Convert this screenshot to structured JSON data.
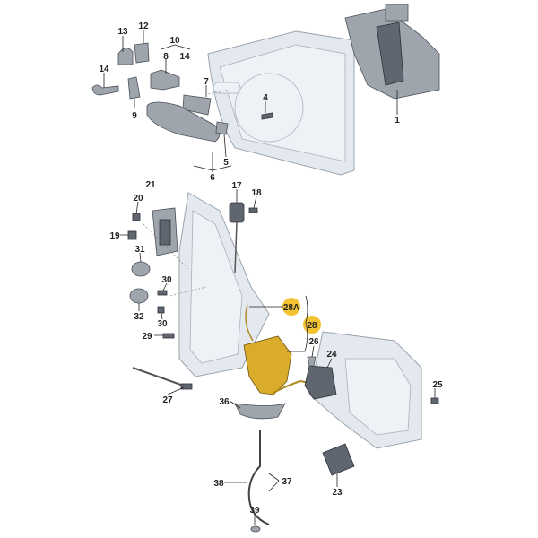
{
  "diagram": {
    "title": "Door lock and handle parts exploded view",
    "accent_color": "#f2c230",
    "lock_color": "#d9ad2b",
    "labels": {
      "p1": "1",
      "p4": "4",
      "p5": "5",
      "p6": "6",
      "p7": "7",
      "p8": "8",
      "p9": "9",
      "p10": "10",
      "p12": "12",
      "p13": "13",
      "p14a": "14",
      "p14b": "14",
      "p17": "17",
      "p18": "18",
      "p19": "19",
      "p20": "20",
      "p21": "21",
      "p23": "23",
      "p24": "24",
      "p25": "25",
      "p26": "26",
      "p27": "27",
      "p28": "28",
      "p28a": "28A",
      "p29": "29",
      "p30a": "30",
      "p30b": "30",
      "p31": "31",
      "p32": "32",
      "p36": "36",
      "p37": "37",
      "p38": "38",
      "p39": "39"
    }
  }
}
